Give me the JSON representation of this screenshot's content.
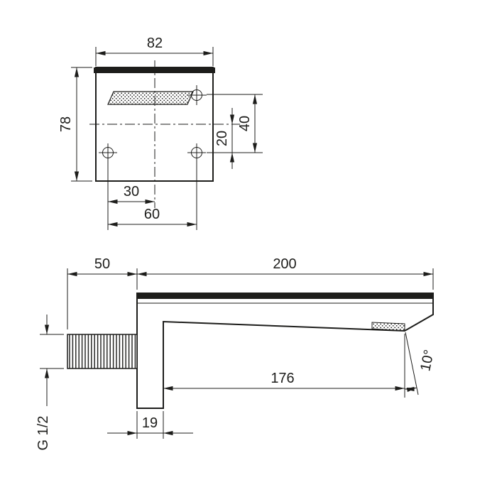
{
  "colors": {
    "line": "#1d1d1b",
    "background": "#ffffff"
  },
  "front_view": {
    "dim_width": "82",
    "dim_height": "78",
    "dim_outlet_to_holes": "40",
    "dim_centerline_to_holes": "20",
    "dim_hole_to_center": "30",
    "dim_hole_spacing": "60"
  },
  "side_view": {
    "dim_wall_projection": "50",
    "dim_spout_length": "200",
    "dim_spout_reach": "176",
    "dim_plate_thickness": "19",
    "dim_spray_angle": "10°",
    "dim_thread_size": "G 1/2"
  }
}
